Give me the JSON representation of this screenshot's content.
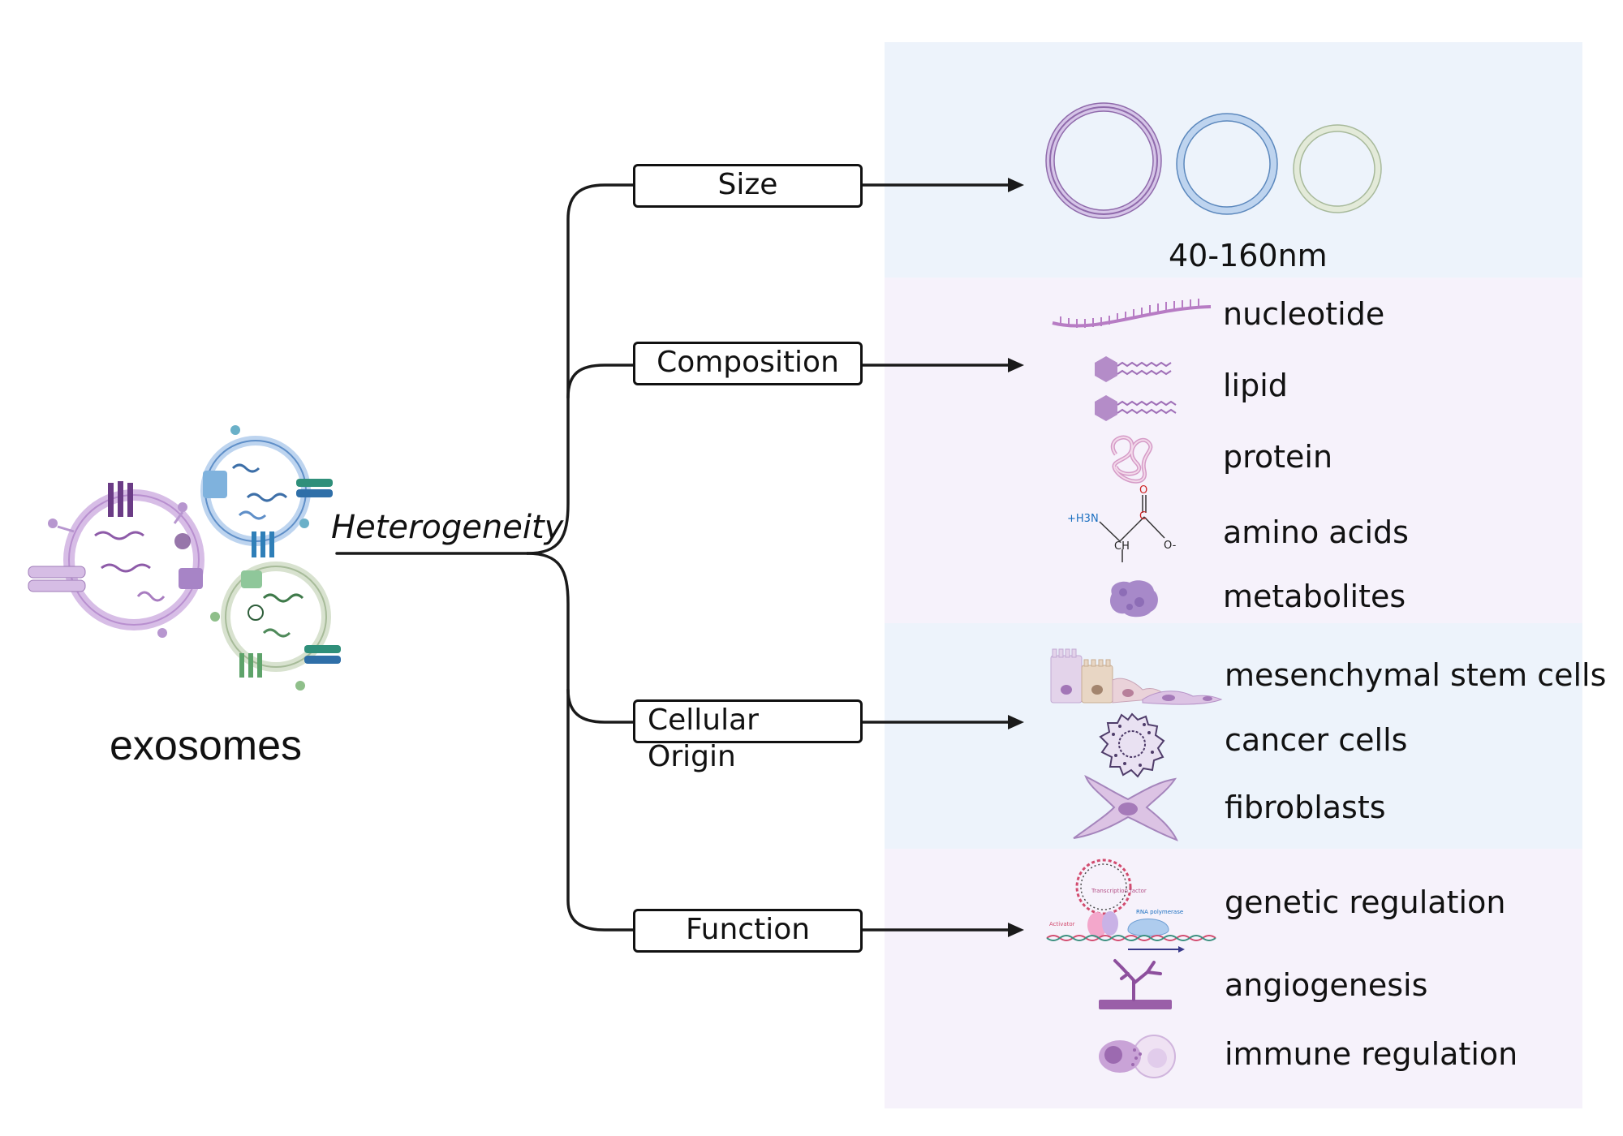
{
  "left": {
    "exosomes_label": "exosomes",
    "branch_label": "Heterogeneity"
  },
  "categories": [
    {
      "key": "size",
      "label": "Size"
    },
    {
      "key": "composition",
      "label": "Composition"
    },
    {
      "key": "origin",
      "label": "Cellular Origin",
      "label_line1": "Cellular",
      "label_line2": "Origin"
    },
    {
      "key": "function",
      "label": "Function"
    }
  ],
  "size_panel": {
    "range_label": "40-160nm",
    "circle_colors": [
      "#b79bd0",
      "#7fa6d6",
      "#c6d3b8"
    ]
  },
  "composition_items": [
    "nucleotide",
    "lipid",
    "protein",
    "amino acids",
    "metabolites"
  ],
  "amino_acid_structure": {
    "amine": "+H3N",
    "carbon": "CH",
    "carbonyl_o": "O",
    "carboxyl_c": "C",
    "oxide": "O-"
  },
  "origin_items": [
    "mesenchymal stem cells",
    "cancer cells",
    "fibroblasts"
  ],
  "function_items": [
    "genetic regulation",
    "angiogenesis",
    "immune regulation"
  ],
  "gene_diagram_labels": {
    "transcription_factor": "Transcription factor",
    "activator": "Activator",
    "rna_polymerase": "RNA polymerase"
  },
  "colors": {
    "panel_blue": "#edf3fb",
    "panel_lavender": "#f6f2fb",
    "purple": "#b48cc8",
    "blue": "#6f9fd4",
    "green": "#9fbd95"
  }
}
